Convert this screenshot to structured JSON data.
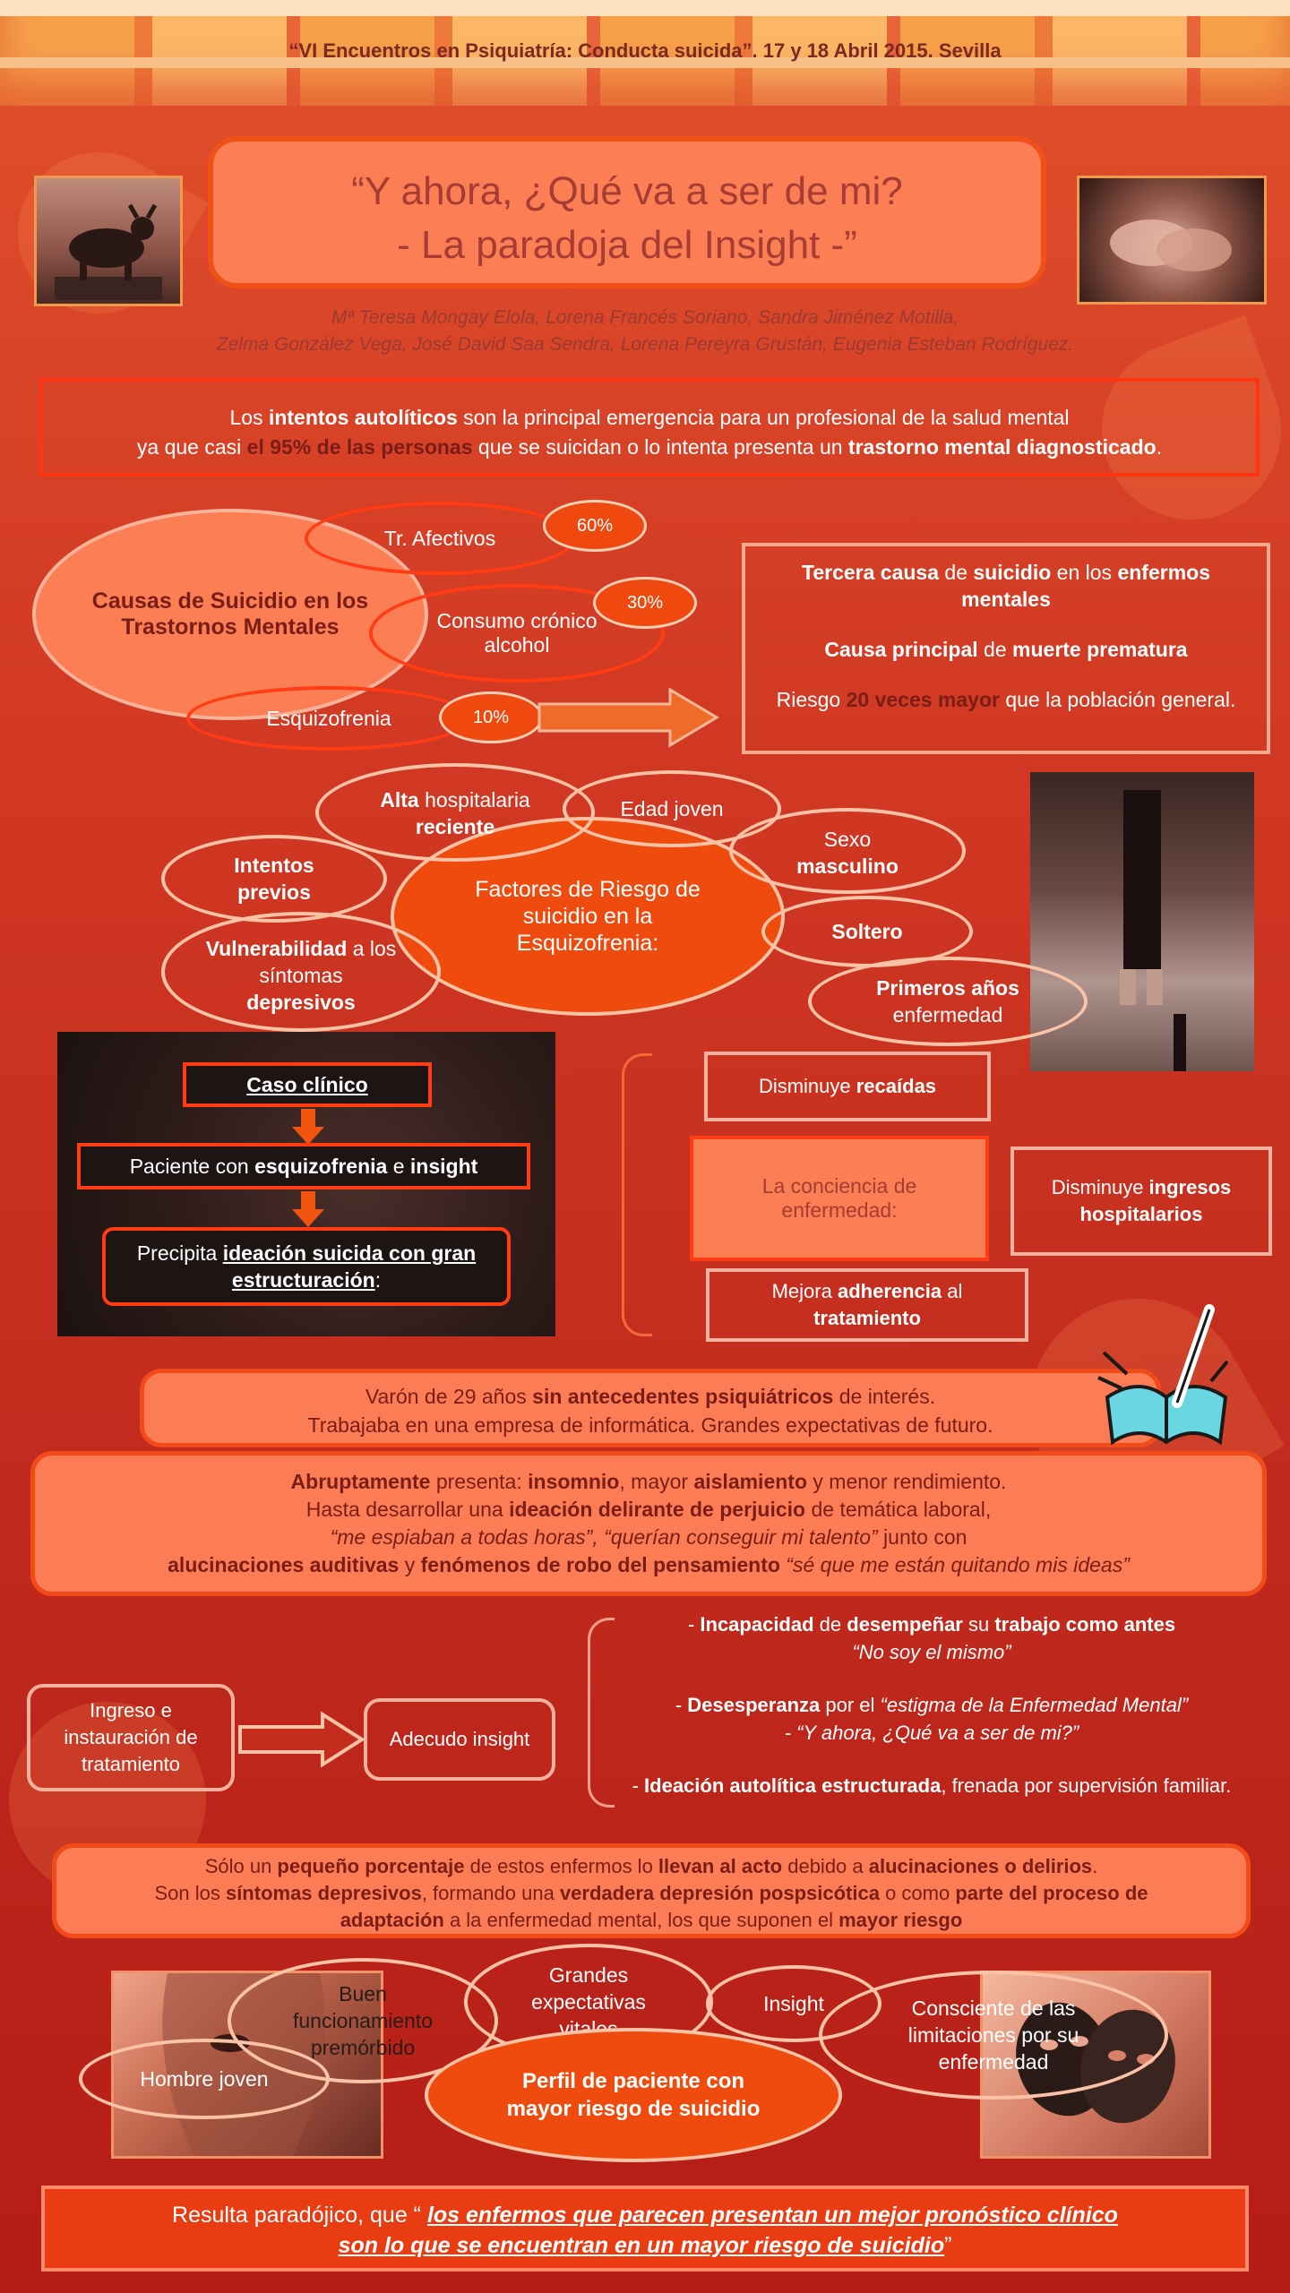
{
  "banner": {
    "text": "“VI Encuentros en Psiquiatría: Conducta suicida”. 17 y 18 Abril 2015. Sevilla"
  },
  "title": {
    "line1": "“Y ahora, ¿Qué va a ser de mi?",
    "line2": "- La paradoja del Insight -”"
  },
  "authors": {
    "line1": "Mª Teresa Mongay Elola, Lorena Francés Soriano, Sandra Jiménez Motilla,",
    "line2": "Zelma González Vega, José David Saa Sendra, Lorena Pereyra Grustán, Eugenia Esteban Rodríguez."
  },
  "intro": {
    "p1": "Los ",
    "p2": "intentos autolíticos",
    "p3": " son la principal emergencia para un profesional de la salud mental",
    "p4": "ya que casi ",
    "p5": "el 95% de las personas",
    "p6": " que se suicidan o lo intenta presenta un ",
    "p7": "trastorno mental diagnosticado",
    "p8": "."
  },
  "causes": {
    "main": "Causas de Suicidio en los Trastornos Mentales",
    "afectivos": "Tr. Afectivos",
    "afectivos_pct": "60%",
    "alcohol": "Consumo crónico alcohol",
    "alcohol_pct": "30%",
    "esquizo": "Esquizofrenia",
    "esquizo_pct": "10%"
  },
  "info": {
    "l1a": "Tercera causa",
    "l1b": " de ",
    "l1c": "suicidio",
    "l1d": " en los ",
    "l1e": "enfermos mentales",
    "l2a": "Causa principal",
    "l2b": " de ",
    "l2c": "muerte prematura",
    "l3a": "Riesgo ",
    "l3b": "20 veces mayor",
    "l3c": " que la población general."
  },
  "risk": {
    "center": "Factores de Riesgo de suicidio en la Esquizofrenia:",
    "alta_a": "Alta",
    "alta_b": " hospitalaria ",
    "alta_c": "reciente",
    "edad": "Edad joven",
    "sexo_a": "Sexo ",
    "sexo_b": "masculino",
    "intentos": "Intentos previos",
    "soltero": "Soltero",
    "vuln_a": "Vulnerabilidad",
    "vuln_b": " a los síntomas ",
    "vuln_c": "depresivos",
    "prim_a": "Primeros años",
    "prim_b": " enfermedad"
  },
  "case": {
    "title": "Caso clínico",
    "p_a": "Paciente con ",
    "p_b": "esquizofrenia",
    "p_c": " e ",
    "p_d": "insight",
    "prec_a": "Precipita ",
    "prec_b": "ideación suicida con gran estructuración",
    "prec_c": ":"
  },
  "conc": {
    "center": "La conciencia de enfermedad:",
    "r1a": "Disminuye ",
    "r1b": "recaídas",
    "r2a": "Disminuye ",
    "r2b": "ingresos hospitalarios",
    "r3a": "Mejora ",
    "r3b": "adherencia",
    "r3c": " al ",
    "r3d": "tratamiento"
  },
  "varon": {
    "a": "Varón de 29 años ",
    "b": "sin antecedentes psiquiátricos",
    "c": " de interés.",
    "d": "Trabajaba en una empresa de informática. Grandes expectativas de futuro."
  },
  "abrupt": {
    "a": "Abruptamente",
    "b": " presenta: ",
    "c": "insomnio",
    "d": ", mayor ",
    "e": "aislamiento",
    "f": " y menor rendimiento.",
    "g": "Hasta  desarrollar una ",
    "h": "ideación delirante de perjuicio",
    "i": " de temática laboral,",
    "j": "“me espiaban a todas horas”, “querían conseguir mi talento”",
    "k": " junto con",
    "l": "alucinaciones auditivas",
    "m": " y ",
    "n": "fenómenos de robo del pensamiento",
    "o": " “sé que me están quitando mis ideas”"
  },
  "flow": {
    "ingreso": "Ingreso e instauración de tratamiento",
    "insight": "Adecudo insight",
    "b1a": "-    ",
    "b1b": "Incapacidad",
    "b1c": " de ",
    "b1d": "desempeñar",
    "b1e": " su ",
    "b1f": "trabajo como antes",
    "b1g": "“No soy el mismo”",
    "b2a": "-    ",
    "b2b": "Desesperanza",
    "b2c": " por el ",
    "b2d": "“estigma de la Enfermedad Mental”",
    "b2e": "-    “Y ahora, ¿Qué va a ser de mi?”",
    "b3a": "- ",
    "b3b": "Ideación autolítica estructurada",
    "b3c": ", frenada por supervisión familiar."
  },
  "solo": {
    "a": "Sólo un ",
    "b": "pequeño porcentaje",
    "c": " de estos enfermos lo ",
    "d": "llevan al acto",
    "e": " debido a ",
    "f": "alucinaciones o delirios",
    "g": ".",
    "h": "Son los ",
    "i": "síntomas depresivos",
    "j": ", formando una ",
    "k": "verdadera depresión pospsicótica",
    "l": " o como ",
    "m": "parte del proceso de",
    "n": "adaptación",
    "o": " a la enfermedad mental, los que suponen el ",
    "p": "mayor riesgo"
  },
  "profile": {
    "center": "Perfil de paciente con mayor riesgo de suicidio",
    "buen": "Buen funcionamiento premórbido",
    "grandes": "Grandes expectativas vitales",
    "insight": "Insight",
    "consciente": "Consciente de las limitaciones por su enfermedad",
    "hombre": "Hombre joven"
  },
  "final": {
    "a": "Resulta paradójico, que “ ",
    "b": "los enfermos que parecen presentan un mejor pronóstico clínico",
    "c": "son lo que se encuentran en un mayor riesgo de suicidio",
    "d": "”"
  },
  "colors": {
    "accent": "#f04910",
    "border": "#ff3411",
    "dark_text": "#7a1d18"
  },
  "icons": [
    "arrow-right-icon",
    "arrow-down-icon",
    "book-quill-icon"
  ]
}
